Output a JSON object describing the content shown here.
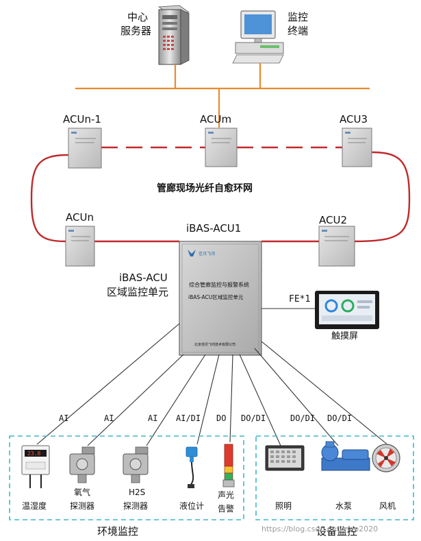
{
  "top": {
    "server_line1": "中心",
    "server_line2": "服务器",
    "terminal_line1": "监控",
    "terminal_line2": "终端"
  },
  "ring": {
    "label": "管廊现场光纤自愈环网",
    "nodes": {
      "acun_1": "ACUn-1",
      "acum": "ACUm",
      "acu3": "ACU3",
      "acun": "ACUn",
      "acu2": "ACU2",
      "acu1": "iBAS-ACU1"
    }
  },
  "main_unit": {
    "side_label_line1": "iBAS-ACU",
    "side_label_line2": "区域监控单元",
    "title": "综合管廊监控与报警系统",
    "subtitle": "iBAS-ACU区域监控单元",
    "maker": "北京佳讯飞鸿技术有限公司"
  },
  "touch": {
    "link_label": "FE*1",
    "name": "触摸屏"
  },
  "signals": [
    "AI",
    "AI",
    "AI",
    "AI/DI",
    "DO",
    "DO/DI",
    "DO/DI",
    "DO/DI"
  ],
  "env": {
    "title": "环境监控",
    "devices": [
      {
        "line1": "温湿度",
        "line2": ""
      },
      {
        "line1": "氧气",
        "line2": "探测器"
      },
      {
        "line1": "H2S",
        "line2": "探测器"
      },
      {
        "line1": "液位计",
        "line2": ""
      },
      {
        "line1": "声光",
        "line2": "告警"
      }
    ],
    "sensor_display": "23.8"
  },
  "equip": {
    "title": "设备监控",
    "devices": [
      "照明",
      "水泵",
      "风机"
    ]
  },
  "watermark": "https://blog.csdn.net/map2020",
  "colors": {
    "bus": "#e88a2a",
    "ring": "#c0282a",
    "dashed_box": "#3fb7c9",
    "lines": "#333333"
  }
}
